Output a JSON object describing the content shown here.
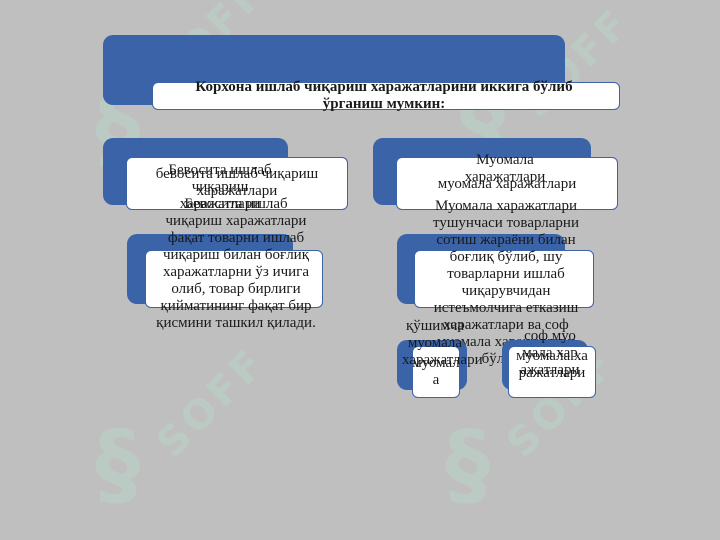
{
  "title": "Корхона ишлаб чиқариш харажатларини иккига бўлиб ўрганиш мумкин:",
  "left": {
    "label": "бевосита ишлаб чиқариш харажатлари",
    "label_echo": "Бевосита ишлаб чиқариш харажатлари",
    "description": "Бевосита ишлаб чиқариш харажатлари фақат товарни ишлаб чиқариш билан боғлиқ харажатларни ўз ичига олиб, товар бирлиги қийматининг фақат бир қисмини ташкил қилади."
  },
  "right": {
    "label": "муомала харажатлари",
    "label_echo": "Муомала харажатлари",
    "description": "Муомала харажатлари тушунчаси товарларни сотиш жараёни билан боғлиқ бўлиб, шу товарларни ишлаб чиқарувчидан истеъмолчига етказиш харажатлари ва соф муомала харажатлари бўлади.",
    "sub_left": "қўшимча муомала харажатлари",
    "sub_left_box": "муомала",
    "sub_right": "соф муомала харажатлари",
    "sub_right_box": "муомала харажатлари"
  },
  "watermark": "SOFF",
  "colors": {
    "background": "#bfbfbf",
    "accent": "#3a63a8",
    "box": "#ffffff",
    "watermark": "#b9d6c8"
  }
}
